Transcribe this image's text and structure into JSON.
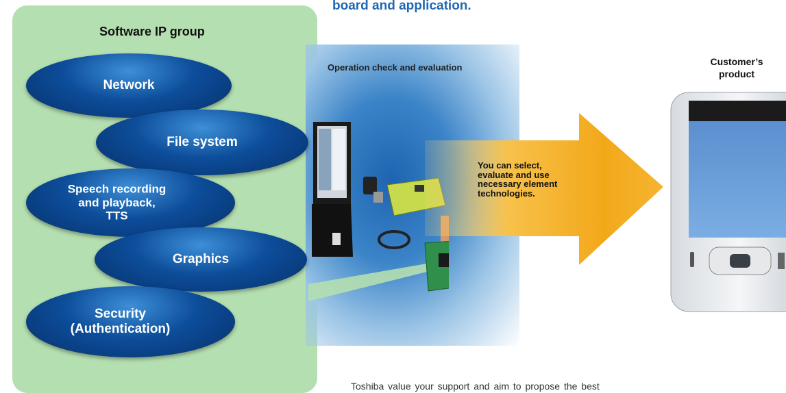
{
  "header": {
    "caption": "board and application."
  },
  "software_ip_group": {
    "title": "Software IP group",
    "items": [
      {
        "label": "Network"
      },
      {
        "label": "File system"
      },
      {
        "label": "Speech recording\nand playback,\nTTS"
      },
      {
        "label": "Graphics"
      },
      {
        "label": "Security\n(Authentication)"
      }
    ]
  },
  "evaluation": {
    "title": "Operation check and evaluation",
    "arrow_text": "You can select,\nevaluate and use\nnecessary element\ntechnologies."
  },
  "customer": {
    "title": "Customer’s\nproduct"
  },
  "footer": {
    "text": "Toshiba value your support and aim to propose the best"
  },
  "colors": {
    "panel": "#b4dfb0",
    "ellipse": "#0d4d9a",
    "header": "#1f67b5",
    "arrow": "#f3a81a"
  }
}
